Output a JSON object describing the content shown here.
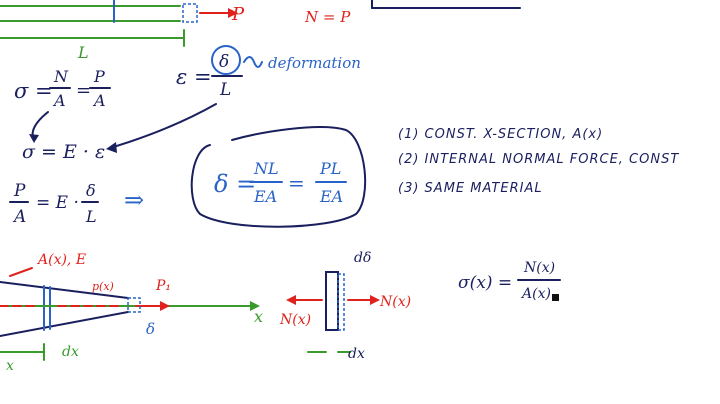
{
  "top": {
    "load_label": "P",
    "internal_force_eq": "N = P",
    "length_label": "L"
  },
  "equations": {
    "stress_lhs": "σ =",
    "stress_N": "N",
    "stress_A": "A",
    "stress_eq2": "=",
    "stress_P": "P",
    "stress_A2": "A",
    "strain_lhs": "ε =",
    "strain_delta": "δ",
    "strain_L": "L",
    "deformation_label": "deformation",
    "hooke": "σ = E · ε",
    "combo_P": "P",
    "combo_A": "A",
    "combo_mid": "= E ·",
    "combo_delta": "δ",
    "combo_L": "L",
    "implies": "⇒",
    "boxed_delta": "δ =",
    "boxed_NL": "NL",
    "boxed_EA": "EA",
    "boxed_eq": "=",
    "boxed_PL": "PL",
    "boxed_EA2": "EA"
  },
  "conditions": [
    "(1) CONST. X-SECTION, A(x)",
    "(2) INTERNAL NORMAL FORCE, CONST",
    "(3) SAME MATERIAL"
  ],
  "bottom": {
    "area_label": "A(x), E",
    "px_label": "p(x)",
    "p1_label": "P₁",
    "x_axis": "x",
    "delta_label": "δ",
    "x_label": "x",
    "dx_label": "dx",
    "element_N_left": "N(x)",
    "element_N_right": "N(x)",
    "element_ds": "dδ",
    "element_dx": "dx",
    "sigma_lhs": "σ(x) =",
    "sigma_num": "N(x)",
    "sigma_den": "A(x)"
  },
  "colors": {
    "ink": "#1a1f5e",
    "red": "#e0211d",
    "green": "#3b9a2e",
    "blue": "#2a63c7"
  }
}
